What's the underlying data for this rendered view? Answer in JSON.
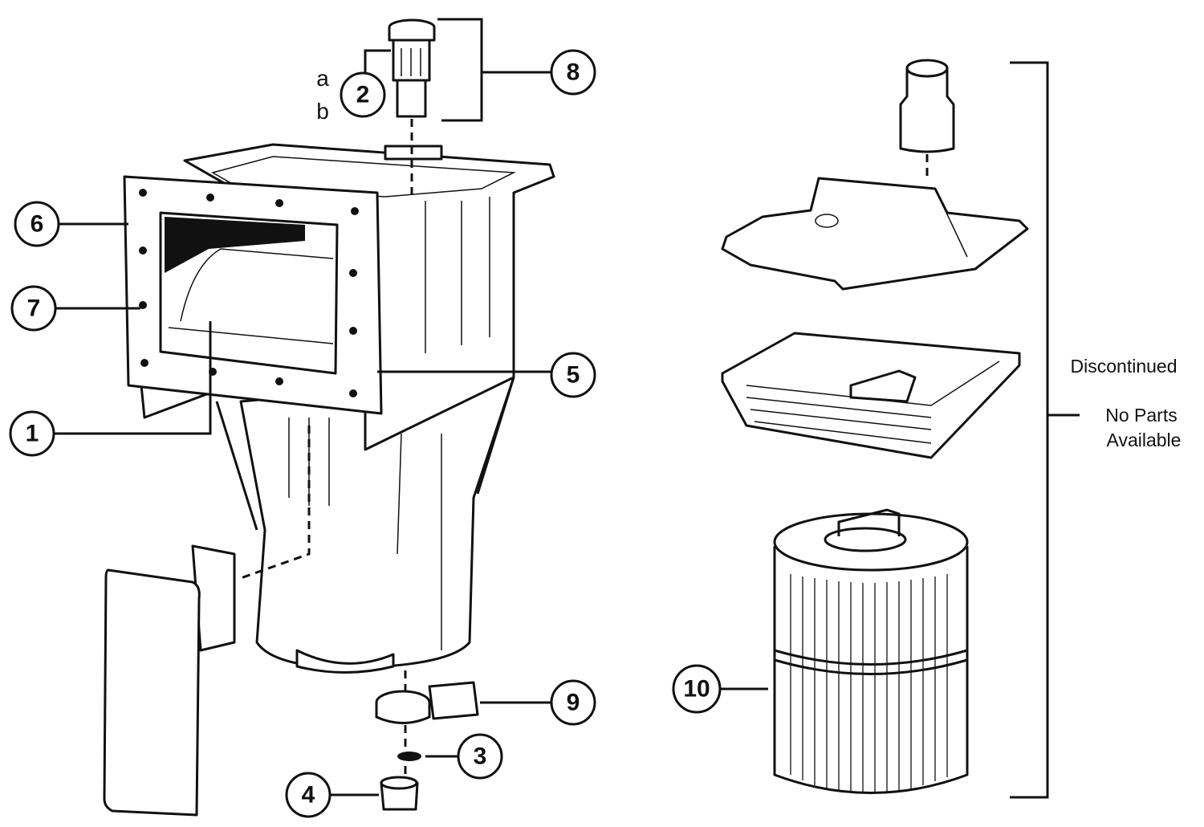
{
  "callouts": {
    "c1": "1",
    "c2": "2",
    "c3": "3",
    "c4": "4",
    "c5": "5",
    "c6": "6",
    "c7": "7",
    "c8": "8",
    "c9": "9",
    "c10": "10"
  },
  "sub_labels": {
    "a": "a",
    "b": "b"
  },
  "status": {
    "line1": "Discontinued",
    "line2": "No Parts",
    "line3": "Available"
  }
}
